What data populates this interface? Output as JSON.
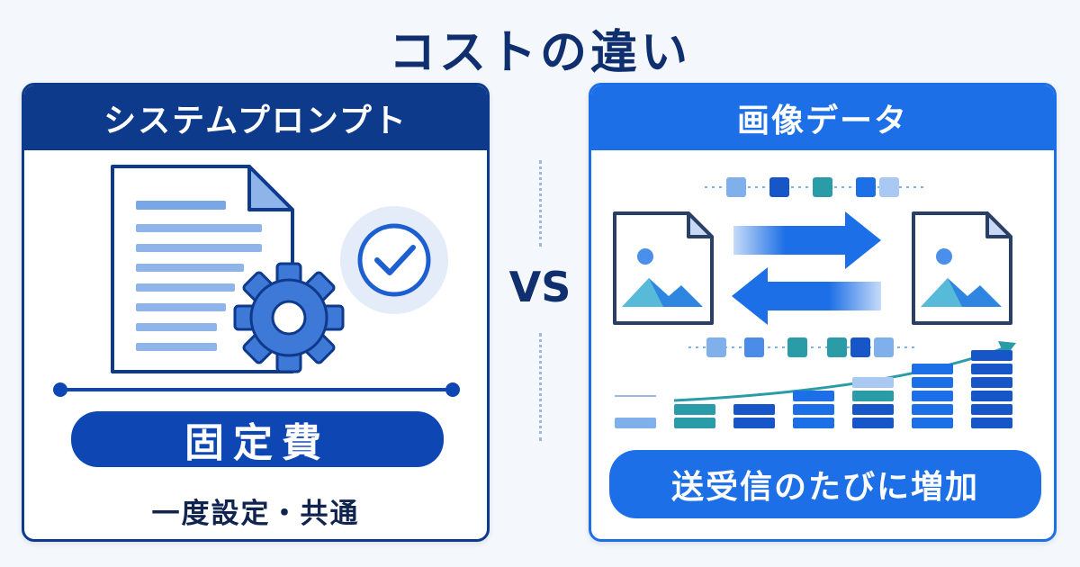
{
  "title": "コストの違い",
  "vs_label": "VS",
  "left_panel": {
    "header": "システムプロンプト",
    "badge": "固定費",
    "caption": "一度設定・共通",
    "icons": [
      "document-icon",
      "gear-icon",
      "check-circle-icon"
    ]
  },
  "right_panel": {
    "header": "画像データ",
    "badge": "送受信のたびに増加",
    "icons": [
      "image-file-icon",
      "arrow-right-icon",
      "arrow-left-icon",
      "image-file-icon",
      "trend-arrow-icon"
    ],
    "bar_levels": [
      1,
      2,
      2,
      3,
      4,
      5,
      6
    ]
  },
  "colors": {
    "navy": "#0e3a8c",
    "blue": "#1c6fe6",
    "teal": "#2a9ca8",
    "light_blue": "#7fb0ec",
    "background": "#f4f7fb"
  }
}
